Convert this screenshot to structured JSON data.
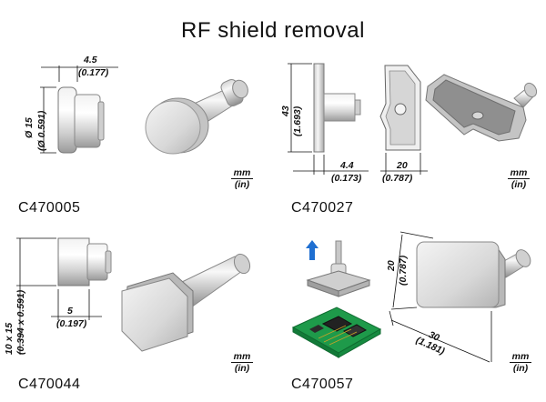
{
  "title": "RF shield removal",
  "units": {
    "top": "mm",
    "bottom": "(in)"
  },
  "items": [
    {
      "code": "C470005",
      "dims": {
        "width_mm": "4.5",
        "width_in": "(0.177)",
        "dia_mm": "Ø 15",
        "dia_in": "(Ø 0.591)"
      }
    },
    {
      "code": "C470027",
      "dims": {
        "height_mm": "43",
        "height_in": "(1.693)",
        "thick_mm": "4.4",
        "thick_in": "(0.173)",
        "width_mm": "20",
        "width_in": "(0.787)"
      }
    },
    {
      "code": "C470044",
      "dims": {
        "size_mm": "10 x 15",
        "size_in": "(0.394 x 0.591)",
        "depth_mm": "5",
        "depth_in": "(0.197)"
      }
    },
    {
      "code": "C470057",
      "dims": {
        "height_mm": "20",
        "height_in": "(0.787)",
        "width_mm": "30",
        "width_in": "(1.181)"
      }
    }
  ],
  "colors": {
    "metal_light": "#e6e6e6",
    "metal_mid": "#bdbdbd",
    "metal_dark": "#8a8a8a",
    "pcb_green": "#1e9a4a",
    "arrow_blue": "#1f6fd1"
  }
}
